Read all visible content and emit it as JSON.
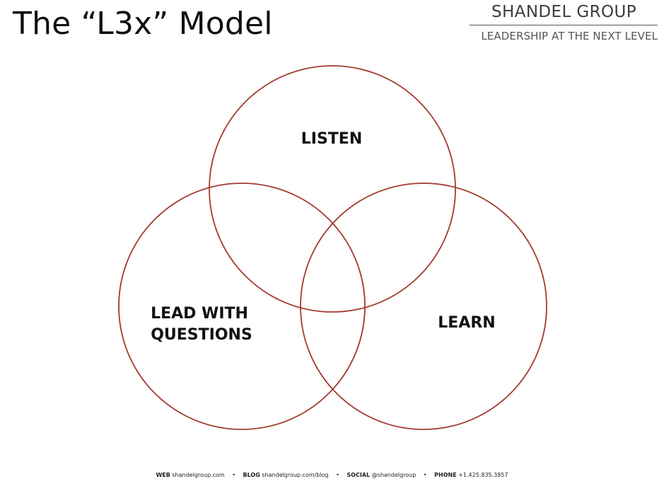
{
  "slide": {
    "title": "The “L3x” Model"
  },
  "brand": {
    "name": "SHANDEL GROUP",
    "tagline": "LEADERSHIP AT THE NEXT LEVEL"
  },
  "diagram": {
    "circle_color": "#a33a2e",
    "circles": [
      {
        "label_lines": [
          "LISTEN"
        ]
      },
      {
        "label_lines": [
          "LEAD WITH",
          "QUESTIONS"
        ]
      },
      {
        "label_lines": [
          "LEARN"
        ]
      }
    ]
  },
  "footer": {
    "separator": "•",
    "web_label": "WEB",
    "web_value": "shandelgroup.com",
    "blog_label": "BLOG",
    "blog_value": "shandelgroup.com/blog",
    "social_label": "SOCIAL",
    "social_value": "@shandelgroup",
    "phone_label": "PHONE",
    "phone_value": "+1.425.835.3857"
  }
}
